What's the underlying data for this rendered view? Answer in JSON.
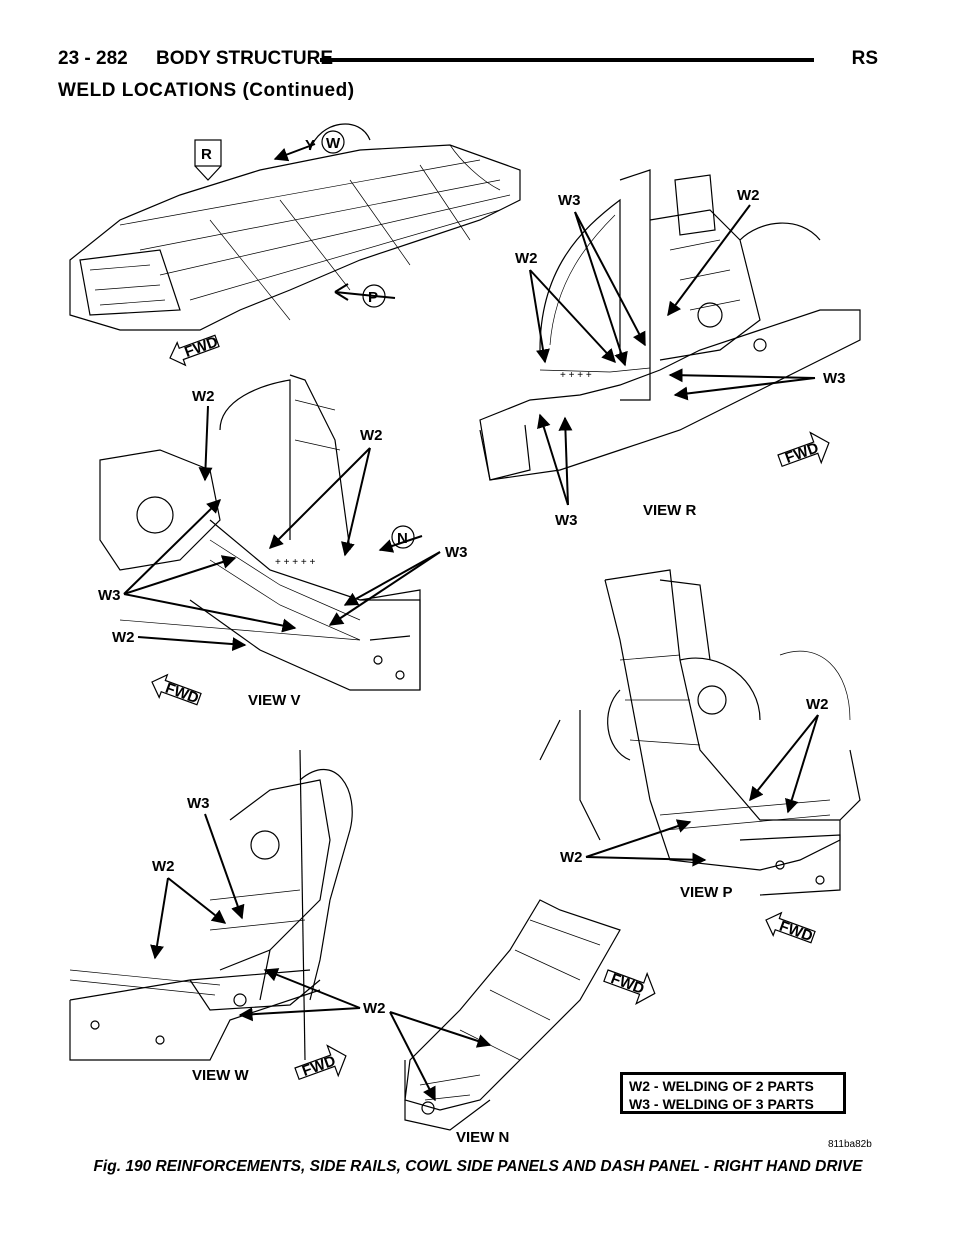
{
  "header": {
    "page_number": "23 - 282",
    "section": "BODY STRUCTURE",
    "code": "RS"
  },
  "subheading": "WELD LOCATIONS (Continued)",
  "figure": {
    "view_labels": {
      "v": "VIEW V",
      "r": "VIEW R",
      "p": "VIEW P",
      "w": "VIEW W",
      "n": "VIEW N"
    },
    "view_markers": {
      "r": "R",
      "y": "Y",
      "w": "W",
      "p": "P",
      "n": "N"
    },
    "fwd": "FWD",
    "weld_labels": {
      "w2": "W2",
      "w3": "W3"
    },
    "art_id": "811ba82b",
    "legend": [
      "W2 - WELDING OF 2 PARTS",
      "W3 - WELDING OF 3 PARTS"
    ]
  },
  "caption": "Fig. 190 REINFORCEMENTS, SIDE RAILS, COWL SIDE PANELS AND DASH PANEL - RIGHT HAND DRIVE"
}
